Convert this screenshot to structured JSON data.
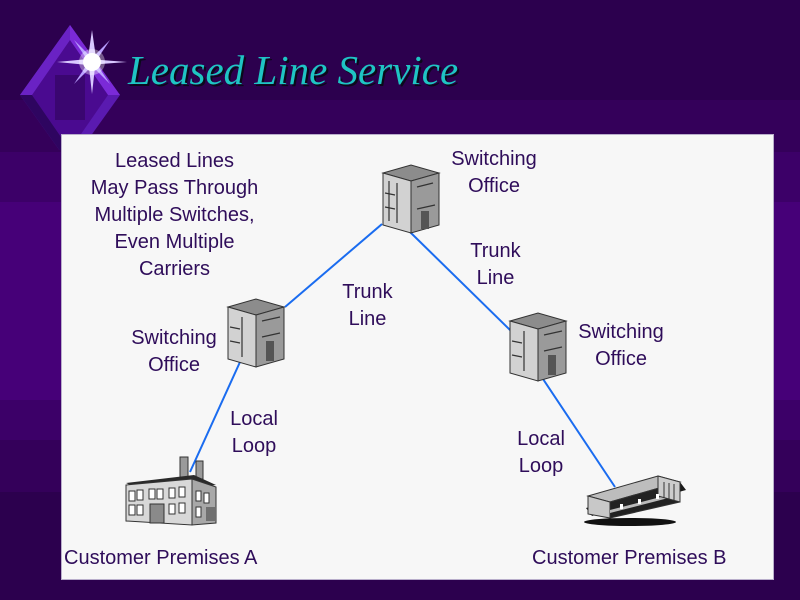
{
  "slide": {
    "title": "Leased Line Service",
    "logo_icon": "diamond-sparkle-icon"
  },
  "diagram": {
    "note": [
      "Leased Lines",
      "May Pass Through",
      "Multiple Switches,",
      "Even Multiple",
      "Carriers"
    ],
    "nodes": {
      "switch_top": {
        "label": [
          "Switching",
          "Office"
        ],
        "icon": "office-building-icon"
      },
      "switch_left": {
        "label": [
          "Switching",
          "Office"
        ],
        "icon": "office-building-icon"
      },
      "switch_right": {
        "label": [
          "Switching",
          "Office"
        ],
        "icon": "office-building-icon"
      },
      "premises_a": {
        "label": "Customer Premises A",
        "icon": "factory-building-icon"
      },
      "premises_b": {
        "label": "Customer Premises B",
        "icon": "modern-building-icon"
      }
    },
    "links": [
      {
        "from": "premises_a",
        "to": "switch_left",
        "label": [
          "Local",
          "Loop"
        ]
      },
      {
        "from": "switch_left",
        "to": "switch_top",
        "label": [
          "Trunk",
          "Line"
        ]
      },
      {
        "from": "switch_top",
        "to": "switch_right",
        "label": [
          "Trunk",
          "Line"
        ]
      },
      {
        "from": "switch_right",
        "to": "premises_b",
        "label": [
          "Local",
          "Loop"
        ]
      }
    ],
    "link_color": "#1a6cf0",
    "text_color": "#2f0d5a",
    "title_color": "#1fc4c4"
  }
}
